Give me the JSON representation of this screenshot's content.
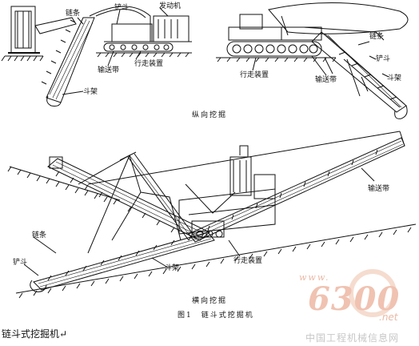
{
  "labels": {
    "top_left": {
      "chain": "链条",
      "bucket": "铲斗",
      "engine": "发动机",
      "conveyor": "输送带",
      "travel": "行走装置",
      "bucket_frame": "斗架"
    },
    "top_right": {
      "travel": "行走装置",
      "conveyor": "输送带",
      "chain": "链条",
      "bucket": "铲斗",
      "bucket_frame": "斗架"
    },
    "longitudinal_caption": "纵向挖掘",
    "bottom": {
      "conveyor": "输送带",
      "chain": "链条",
      "bucket": "铲斗",
      "bucket_frame": "斗架",
      "travel": "行走装置"
    },
    "transverse_caption": "横向挖掘",
    "figure_caption": "图1　链斗式挖掘机"
  },
  "page_caption": "链斗式挖掘机↵",
  "watermark": {
    "url": "www.",
    "number": "6300",
    "tld": ".net",
    "site_name": "中国工程机械信息网"
  }
}
